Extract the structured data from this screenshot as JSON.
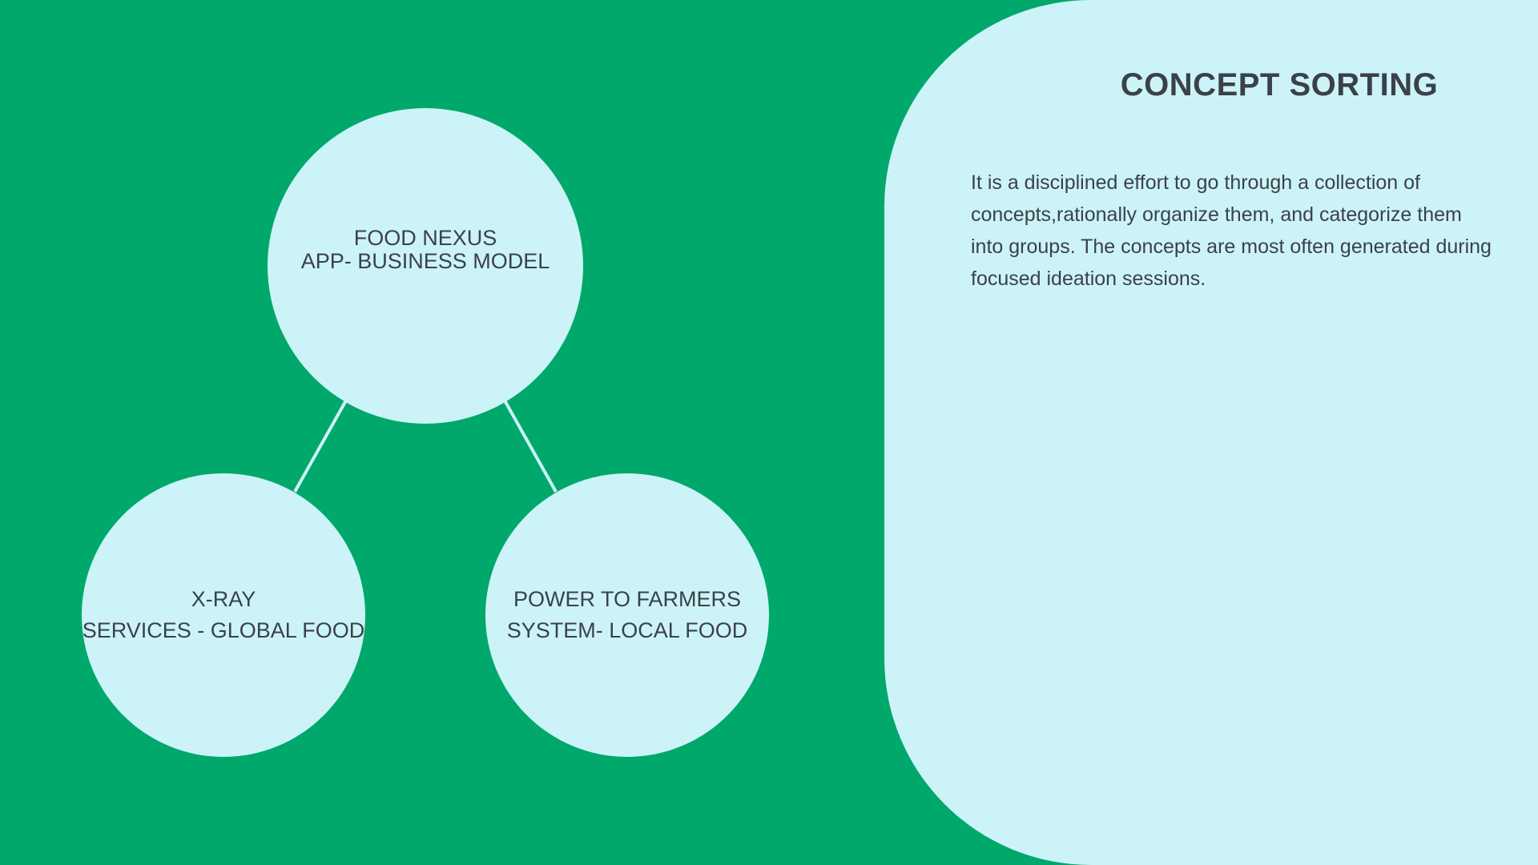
{
  "slide": {
    "background_color": "#00a86b",
    "panel_color": "#ccf4f8",
    "text_color": "#3b4148"
  },
  "panel": {
    "title": "CONCEPT SORTING",
    "body": "It is a disciplined effort to go through a collection of concepts,rationally organize them, and categorize them into groups. The concepts are most often generated during focused ideation sessions."
  },
  "diagram": {
    "root": {
      "line1": "FOOD NEXUS",
      "line2": "APP- BUSINESS MODEL"
    },
    "children": [
      {
        "line1": "X-RAY",
        "line2": "SERVICES - GLOBAL FOOD"
      },
      {
        "line1": "POWER TO FARMERS",
        "line2": "SYSTEM- LOCAL FOOD"
      }
    ]
  }
}
